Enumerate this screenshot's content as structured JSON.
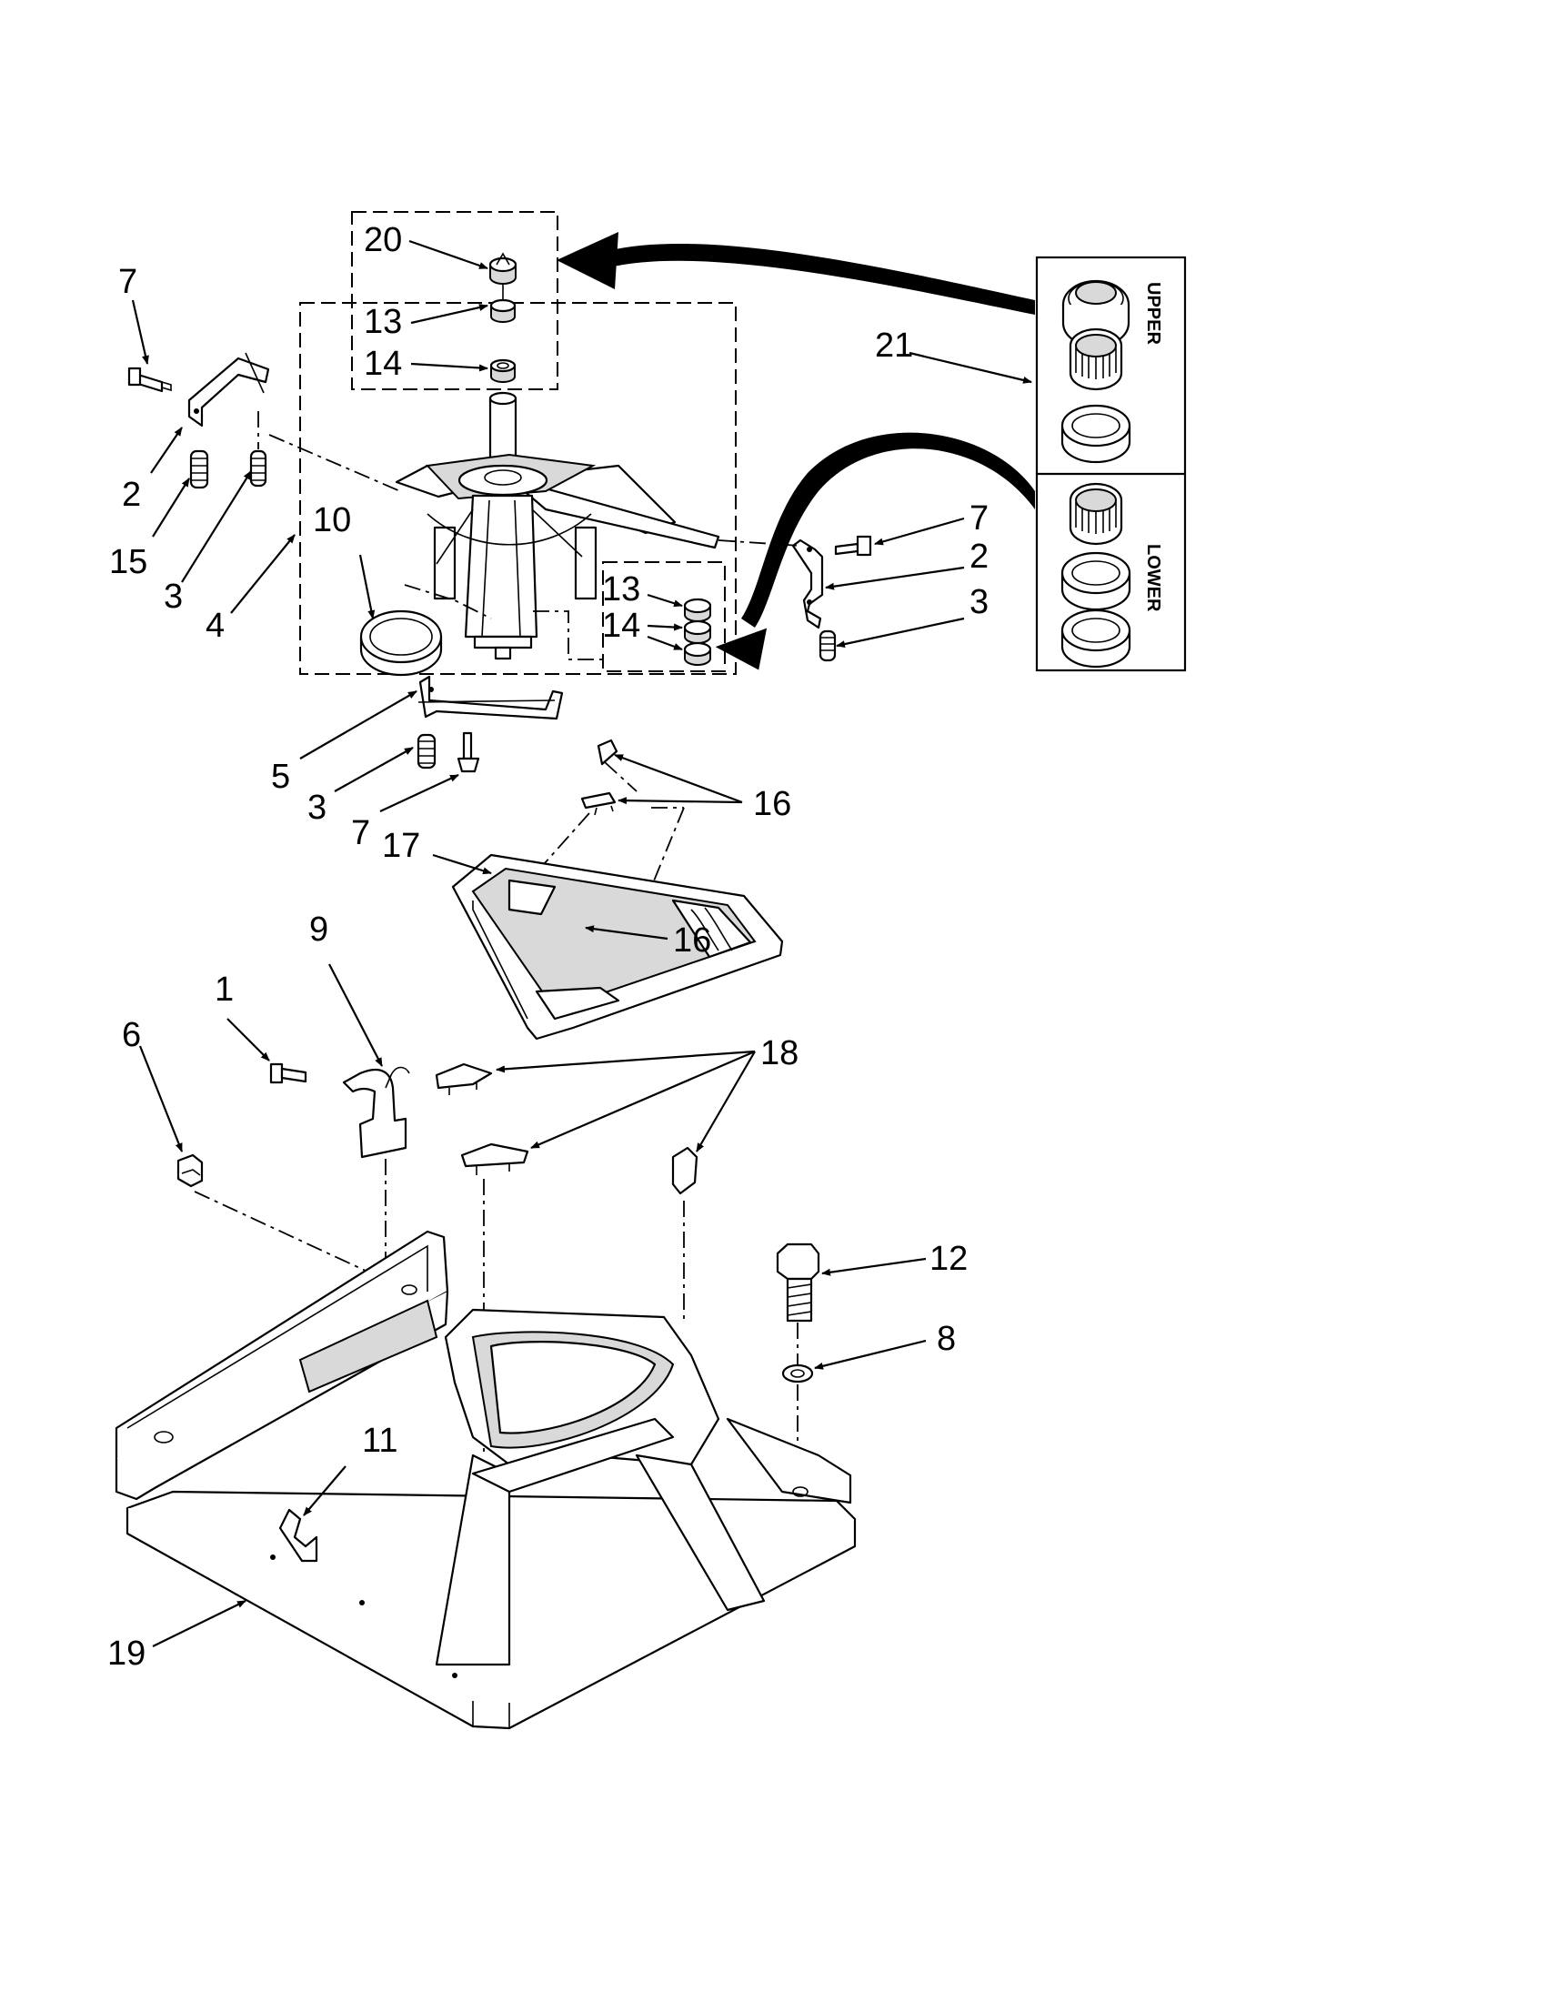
{
  "callouts": {
    "n1": "1",
    "n2a": "2",
    "n2b": "2",
    "n3a": "3",
    "n3b": "3",
    "n3c": "3",
    "n4": "4",
    "n5": "5",
    "n6": "6",
    "n7a": "7",
    "n7b": "7",
    "n7c": "7",
    "n8": "8",
    "n9": "9",
    "n10": "10",
    "n11": "11",
    "n12": "12",
    "n13a": "13",
    "n13b": "13",
    "n14a": "14",
    "n14b": "14",
    "n15": "15",
    "n16a": "16",
    "n16b": "16",
    "n17": "17",
    "n18": "18",
    "n19": "19",
    "n20": "20",
    "n21": "21"
  },
  "kit": {
    "upper_label": "UPPER",
    "lower_label": "LOWER"
  },
  "colors": {
    "line": "#000000",
    "background": "#ffffff",
    "shade": "#d9d9d9"
  }
}
